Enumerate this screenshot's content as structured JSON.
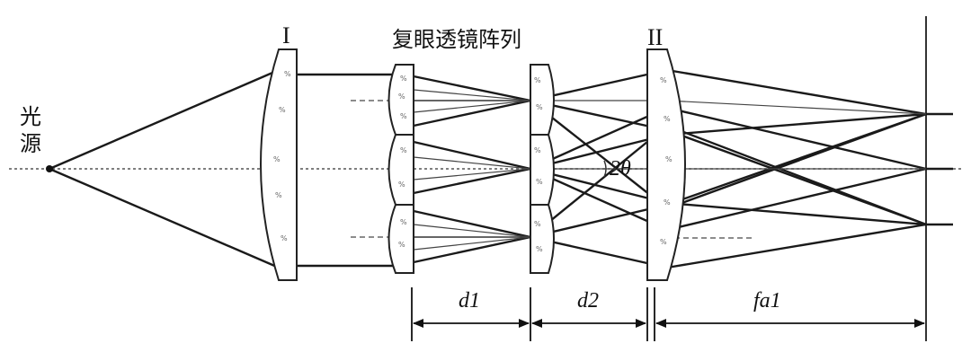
{
  "labels": {
    "light_source": [
      "光",
      "源"
    ],
    "lens_1": "I",
    "fly_eye_array": "复眼透镜阵列",
    "lens_2": "II",
    "angle": "2θ",
    "d1": "d1",
    "d2": "d2",
    "fa1": "fa1"
  },
  "colors": {
    "ink": "#1a1a1a",
    "axis": "#555555",
    "background": "#ffffff"
  }
}
